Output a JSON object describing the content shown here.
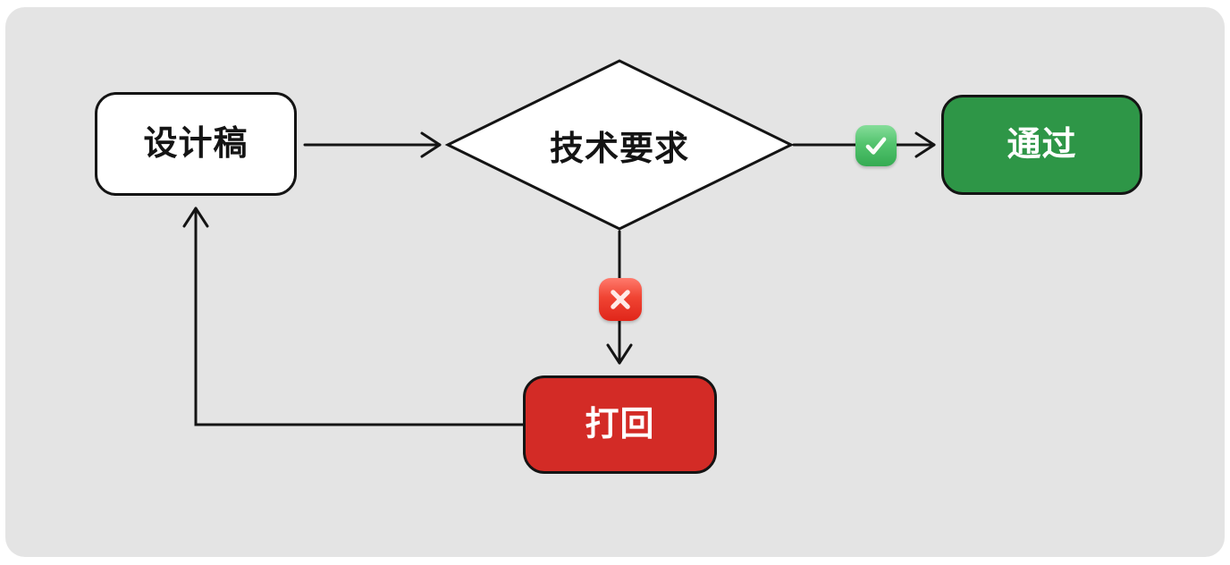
{
  "diagram": {
    "title": "design review flowchart",
    "colors": {
      "page_background": "#ffffff",
      "board_fill": "#e4e4e4",
      "line_stroke": "#141414",
      "pass_fill": "#2e9647",
      "reject_fill": "#d32b26",
      "check_badge_top": "#86dd9a",
      "check_badge_bottom": "#35ab52",
      "cross_badge_top": "#ff7a6c",
      "cross_badge_bottom": "#e0261a"
    },
    "nodes": [
      {
        "id": "design-draft",
        "label": "设计稿",
        "shape": "rounded-rect",
        "fill": "#ffffff",
        "text_color": "#141414"
      },
      {
        "id": "tech-requirements",
        "label": "技术要求",
        "shape": "diamond",
        "fill": "#ffffff",
        "text_color": "#141414"
      },
      {
        "id": "pass",
        "label": "通过",
        "shape": "rounded-rect",
        "fill": "#2e9647",
        "text_color": "#ffffff"
      },
      {
        "id": "reject",
        "label": "打回",
        "shape": "rounded-rect",
        "fill": "#d32b26",
        "text_color": "#ffffff"
      }
    ],
    "edges": [
      {
        "from": "design-draft",
        "to": "tech-requirements",
        "badge": null
      },
      {
        "from": "tech-requirements",
        "to": "pass",
        "badge": "check"
      },
      {
        "from": "tech-requirements",
        "to": "reject",
        "badge": "cross"
      },
      {
        "from": "reject",
        "to": "design-draft",
        "badge": null,
        "style": "elbow"
      }
    ],
    "badges": {
      "check": {
        "icon": "check-icon",
        "meaning": "approved"
      },
      "cross": {
        "icon": "cross-icon",
        "meaning": "rejected"
      }
    }
  }
}
